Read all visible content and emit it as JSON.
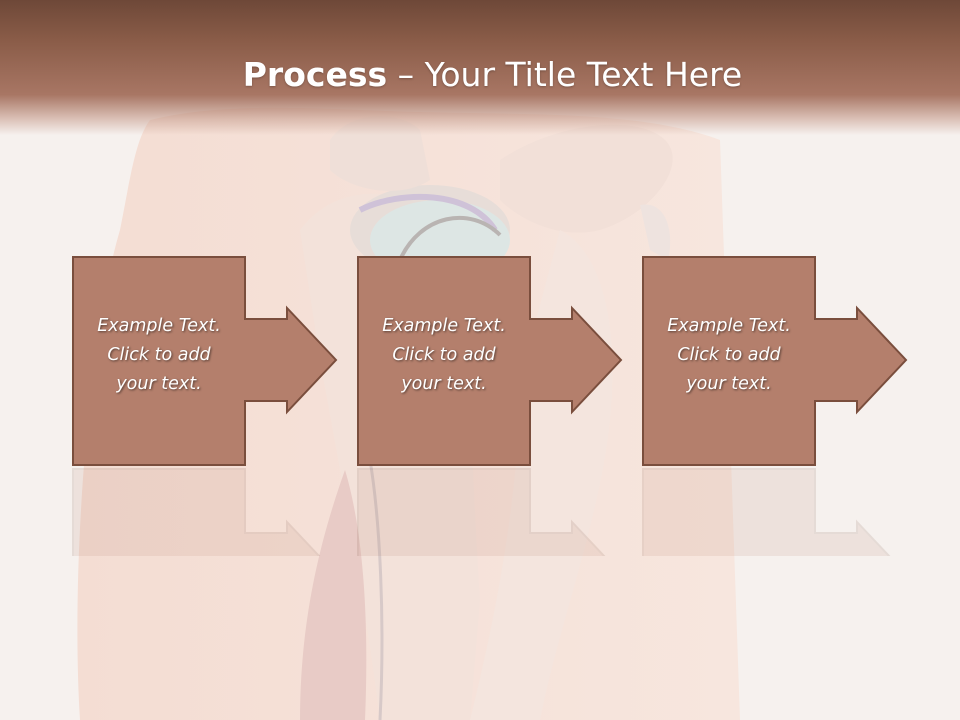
{
  "title": {
    "bold": "Process",
    "rest": " – Your Title Text Here"
  },
  "steps": [
    {
      "line1": "Example Text.",
      "line2": "Click  to add",
      "line3": "your text."
    },
    {
      "line1": "Example Text.",
      "line2": "Click  to add",
      "line3": "your text."
    },
    {
      "line1": "Example Text.",
      "line2": "Click  to add",
      "line3": "your text."
    }
  ],
  "colors": {
    "header": "#8a5c48",
    "box_fill": "#b47f6c",
    "box_stroke": "#7a4e3d",
    "text": "#ffffff"
  }
}
